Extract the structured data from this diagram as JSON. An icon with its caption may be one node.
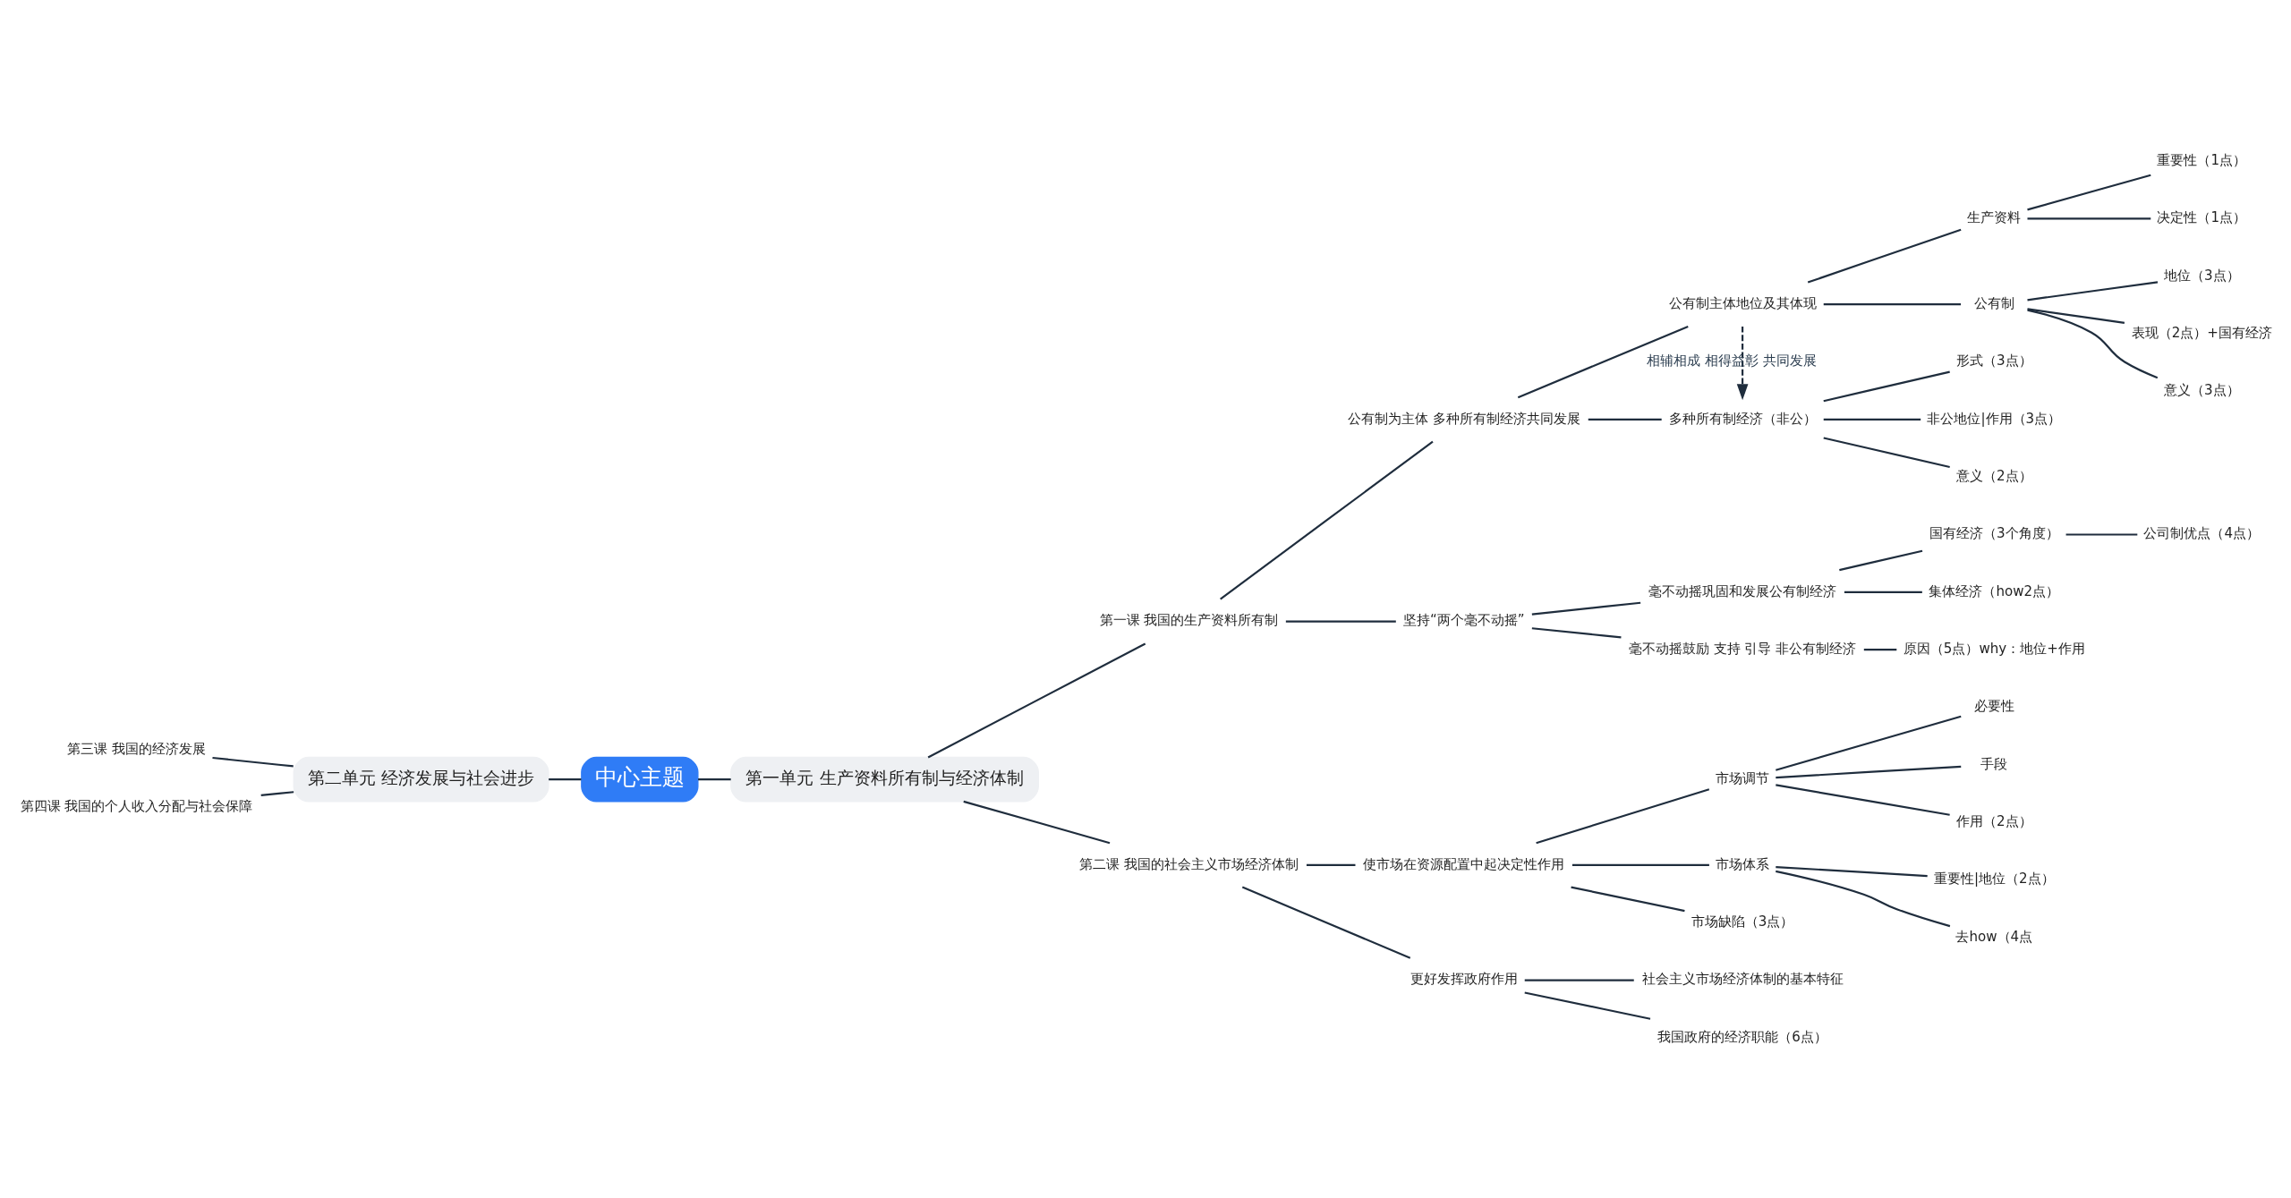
{
  "diagram": {
    "nodes": [
      {
        "text": [
          "中心主题"
        ]
      },
      {
        "text": [
          "第一单元 生产资料所有制与经济体制"
        ]
      },
      {
        "text": [
          "第一课 我国的生产资料所有制"
        ]
      },
      {
        "text": [
          "公有制为主体 多种所有制经济共同发展"
        ]
      },
      {
        "text": [
          "公有制主体地位及其体现"
        ]
      },
      {
        "text": [
          "生产资料"
        ]
      },
      {
        "text": [
          "重要性（1点）"
        ]
      },
      {
        "text": [
          "决定性（1点）"
        ]
      },
      {
        "text": [
          "公有制"
        ]
      },
      {
        "text": [
          "地位（3点）"
        ]
      },
      {
        "text": [
          "表现（2点）+国有经济"
        ]
      },
      {
        "text": [
          "意义（3点）"
        ]
      },
      {
        "text": [
          "多种所有制经济（非公）"
        ]
      },
      {
        "text": [
          "形式（3点）"
        ]
      },
      {
        "text": [
          "非公地位|作用（3点）"
        ]
      },
      {
        "text": [
          "意义（2点）"
        ]
      },
      {
        "text": [
          "坚持“两个毫不动摇”"
        ]
      },
      {
        "text": [
          "毫不动摇巩固和发展公有制经济"
        ]
      },
      {
        "text": [
          "国有经济（3个角度）"
        ]
      },
      {
        "text": [
          "公司制优点（4点）"
        ]
      },
      {
        "text": [
          "集体经济（how2点）"
        ]
      },
      {
        "text": [
          "毫不动摇鼓励 支持 引导 非公有制经济"
        ]
      },
      {
        "text": [
          "原因（5点）why：地位+作用"
        ]
      },
      {
        "text": [
          "第二课 我国的社会主义市场经济体制"
        ]
      },
      {
        "text": [
          "使市场在资源配置中起决定性作用"
        ]
      },
      {
        "text": [
          "市场调节"
        ]
      },
      {
        "text": [
          "必要性"
        ]
      },
      {
        "text": [
          "手段"
        ]
      },
      {
        "text": [
          "作用（2点）"
        ]
      },
      {
        "text": [
          "市场体系"
        ]
      },
      {
        "text": [
          "重要性|地位（2点）"
        ]
      },
      {
        "text": [
          "去how（4点"
        ]
      },
      {
        "text": [
          "市场缺陷（3点）"
        ]
      },
      {
        "text": [
          "更好发挥政府作用"
        ]
      },
      {
        "text": [
          "社会主义市场经济体制的基本特征"
        ]
      },
      {
        "text": [
          "我国政府的经济职能（6点）"
        ]
      },
      {
        "text": [
          "第二单元 经济发展与社会进步"
        ]
      },
      {
        "text": [
          "第三课 我国的经济发展"
        ]
      },
      {
        "text": [
          "第四课 我国的个人收入分配与社会保障"
        ]
      }
    ],
    "edges": [
      {
        "from": 0,
        "to": 1,
        "arrow": "none"
      },
      {
        "from": 1,
        "to": 2,
        "arrow": "none"
      },
      {
        "from": 2,
        "to": 3,
        "arrow": "none"
      },
      {
        "from": 3,
        "to": 4,
        "arrow": "none"
      },
      {
        "from": 4,
        "to": 5,
        "arrow": "none"
      },
      {
        "from": 5,
        "to": 6,
        "arrow": "none"
      },
      {
        "from": 5,
        "to": 7,
        "arrow": "none"
      },
      {
        "from": 4,
        "to": 8,
        "arrow": "none"
      },
      {
        "from": 8,
        "to": 9,
        "arrow": "none"
      },
      {
        "from": 8,
        "to": 10,
        "arrow": "none"
      },
      {
        "from": 8,
        "to": 11,
        "arrow": "none"
      },
      {
        "from": 3,
        "to": 12,
        "arrow": "none"
      },
      {
        "from": 12,
        "to": 13,
        "arrow": "none"
      },
      {
        "from": 12,
        "to": 14,
        "arrow": "none"
      },
      {
        "from": 12,
        "to": 15,
        "arrow": "none"
      },
      {
        "from": 2,
        "to": 16,
        "arrow": "none"
      },
      {
        "from": 16,
        "to": 17,
        "arrow": "none"
      },
      {
        "from": 17,
        "to": 18,
        "arrow": "none"
      },
      {
        "from": 18,
        "to": 19,
        "arrow": "none"
      },
      {
        "from": 17,
        "to": 20,
        "arrow": "none"
      },
      {
        "from": 16,
        "to": 21,
        "arrow": "none"
      },
      {
        "from": 21,
        "to": 22,
        "arrow": "none"
      },
      {
        "from": 1,
        "to": 23,
        "arrow": "none"
      },
      {
        "from": 23,
        "to": 24,
        "arrow": "none"
      },
      {
        "from": 24,
        "to": 25,
        "arrow": "none"
      },
      {
        "from": 25,
        "to": 26,
        "arrow": "none"
      },
      {
        "from": 25,
        "to": 27,
        "arrow": "none"
      },
      {
        "from": 25,
        "to": 28,
        "arrow": "none"
      },
      {
        "from": 24,
        "to": 29,
        "arrow": "none"
      },
      {
        "from": 29,
        "to": 30,
        "arrow": "none"
      },
      {
        "from": 29,
        "to": 31,
        "arrow": "none"
      },
      {
        "from": 24,
        "to": 32,
        "arrow": "none"
      },
      {
        "from": 23,
        "to": 33,
        "arrow": "none"
      },
      {
        "from": 33,
        "to": 34,
        "arrow": "none"
      },
      {
        "from": 33,
        "to": 35,
        "arrow": "none"
      },
      {
        "from": 0,
        "to": 36,
        "arrow": "none"
      },
      {
        "from": 36,
        "to": 37,
        "arrow": "none"
      },
      {
        "from": 36,
        "to": 38,
        "arrow": "none"
      },
      {
        "from": 4,
        "to": 12,
        "arrow": "to",
        "style": "dashed",
        "label": "相辅相成 相得益彰 共同发展"
      }
    ]
  }
}
